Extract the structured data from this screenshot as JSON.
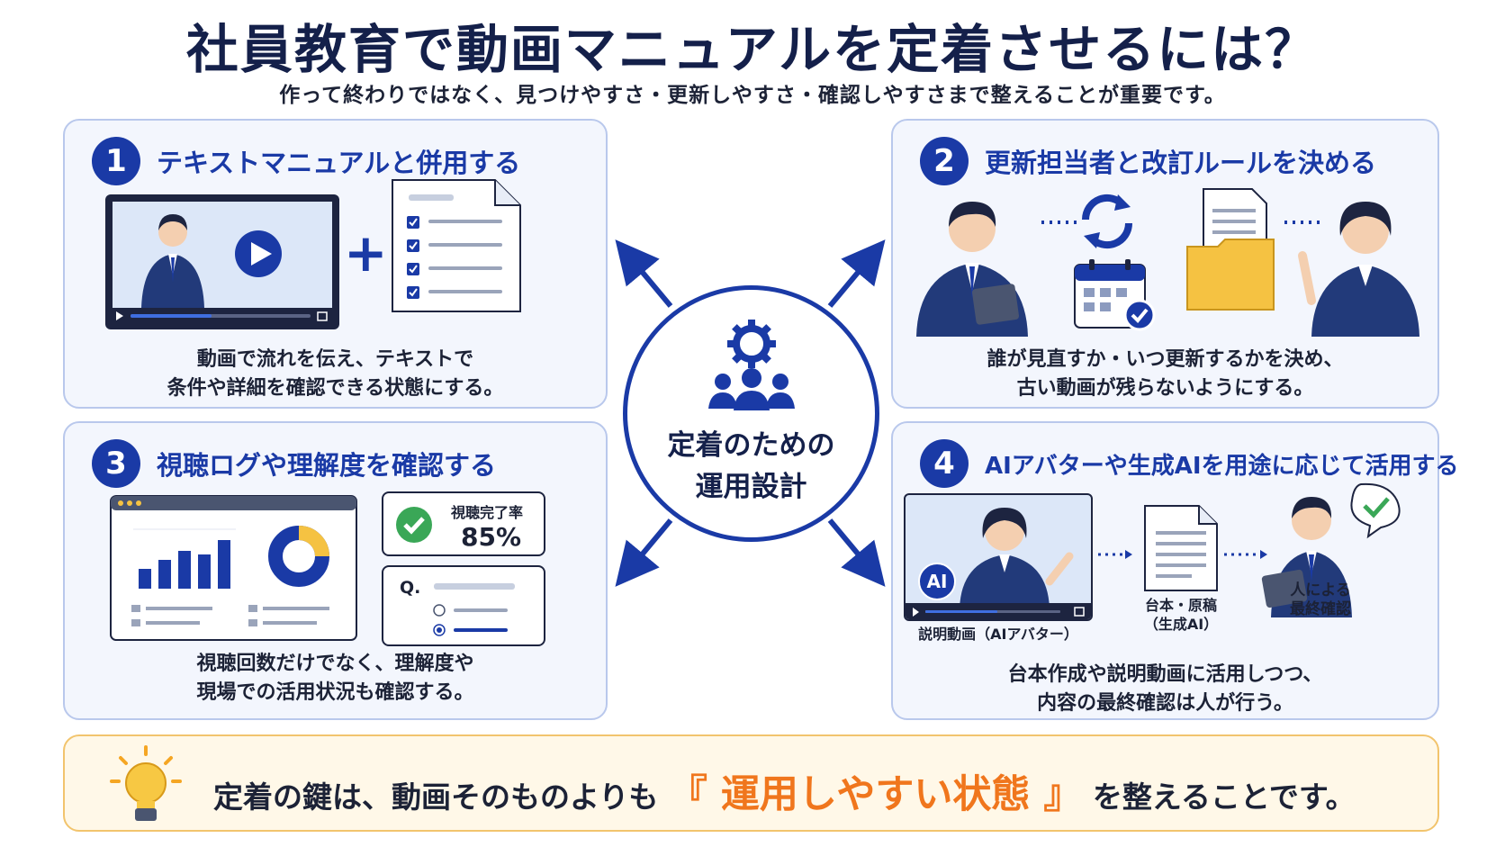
{
  "header": {
    "title": "社員教育で動画マニュアルを定着させるには？",
    "subtitle": "作って終わりではなく、見つけやすさ・更新しやすさ・確認しやすさまで整えることが重要です。"
  },
  "center": {
    "line1": "定着のための",
    "line2": "運用設計",
    "icon": "gear-team-icon"
  },
  "panels": [
    {
      "number": "1",
      "title": "テキストマニュアルと併用する",
      "desc": [
        "動画で流れを伝え、テキストで",
        "条件や詳細を確認できる状態にする。"
      ]
    },
    {
      "number": "2",
      "title": "更新担当者と改訂ルールを決める",
      "desc": [
        "誰が見直すか・いつ更新するかを決め、",
        "古い動画が残らないようにする。"
      ]
    },
    {
      "number": "3",
      "title": "視聴ログや理解度を確認する",
      "desc": [
        "視聴回数だけでなく、理解度や",
        "現場での活用状況も確認する。"
      ],
      "completion_label": "視聴完了率",
      "completion_value": "85%",
      "completion_fraction": 0.85,
      "quiz_label": "Q."
    },
    {
      "number": "4",
      "title": "AIアバターや生成AIを用途に応じて活用する",
      "desc": [
        "台本作成や説明動画に活用しつつ、",
        "内容の最終確認は人が行う。"
      ],
      "ai_badge": "AI",
      "video_label": "説明動画（AIアバター）",
      "script_label": [
        "台本・原稿",
        "（生成AI）"
      ],
      "human_label": [
        "人による",
        "最終確認"
      ]
    }
  ],
  "footer": {
    "text_before": "定着の鍵は、動画そのものよりも",
    "highlight": "『 運用しやすい状態 』",
    "text_after": "を整えることです。",
    "icon": "lightbulb-icon"
  },
  "colors": {
    "primary": "#1a3aa6",
    "panel_bg": "#f3f6fd",
    "panel_border": "#b9c8ec",
    "footer_bg": "#fff8e8",
    "footer_border": "#f2c46d",
    "highlight": "#f0761d",
    "success": "#3aa757"
  }
}
